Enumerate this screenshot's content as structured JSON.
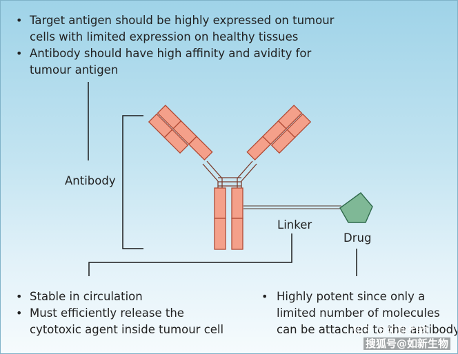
{
  "top_bullets": [
    {
      "lines": [
        "Target antigen should be highly expressed on tumour",
        "cells with limited expression on healthy tissues"
      ]
    },
    {
      "lines": [
        "Antibody should have high affinity and avidity for",
        "tumour antigen"
      ]
    }
  ],
  "labels": {
    "antibody": "Antibody",
    "linker": "Linker",
    "drug": "Drug"
  },
  "bottom_left_bullets": [
    {
      "lines": [
        "Stable in circulation"
      ]
    },
    {
      "lines": [
        "Must efficiently release the",
        "cytotoxic agent inside tumour cell"
      ]
    }
  ],
  "bottom_right_bullets": [
    {
      "lines": [
        "Highly potent since only a",
        "limited number of molecules",
        "can be attached to the antibody"
      ]
    }
  ],
  "watermarks": {
    "zhihu": "知乎 @如新生物",
    "sohu": "搜狐号@如新生物"
  },
  "colors": {
    "antibody_fill": "#f4a08a",
    "antibody_stroke": "#b14a34",
    "drug_fill": "#7fb896",
    "drug_stroke": "#2f6a4c",
    "line": "#1a1a1a"
  }
}
